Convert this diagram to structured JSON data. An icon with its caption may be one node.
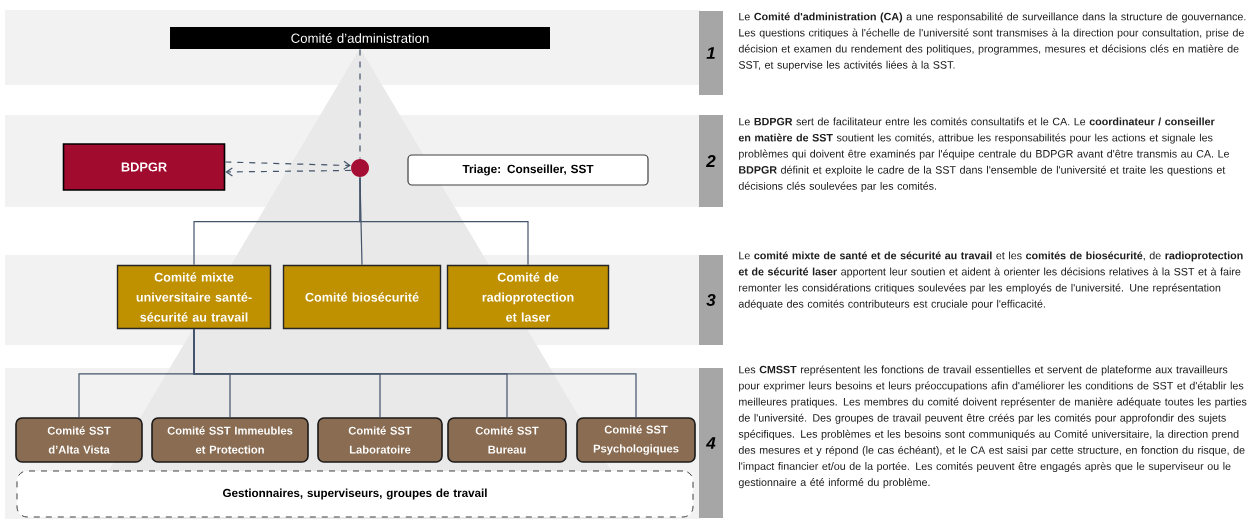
{
  "diagram": {
    "nodes": [
      {
        "text": [
          "Comité d’administration"
        ]
      },
      {
        "text": [
          "BDPGR"
        ]
      },
      {
        "text": [],
        "shape": "circle"
      },
      {
        "text": [
          "Triage: Conseiller, SST"
        ]
      },
      {
        "text": [
          "Comité mixte universitaire santé-sécurité au travail"
        ]
      },
      {
        "text": [
          "Comité biosécurité"
        ]
      },
      {
        "text": [
          "Comité de radioprotection et laser"
        ]
      },
      {
        "text": [
          "Comité SST d’Alta Vista"
        ]
      },
      {
        "text": [
          "Comité SST Immeubles et Protection"
        ]
      },
      {
        "text": [
          "Comité SST Laboratoire"
        ]
      },
      {
        "text": [
          "Comité SST Bureau"
        ]
      },
      {
        "text": [
          "Comité SST Psychologiques"
        ]
      },
      {
        "text": [
          "Gestionnaires, superviseurs, groupes de travail"
        ]
      },
      {
        "text": [
          "1"
        ],
        "beside": [
          "Le **Comité d'administration (CA)** a une responsabilité de surveillance dans la structure de gouvernance. Les questions critiques à l'échelle de l'université sont transmises à la direction pour consultation, prise de décision et examen du rendement des politiques, programmes, mesures et décisions clés en matière de SST, et supervise les activités liées à la SST."
        ]
      },
      {
        "text": [
          "2"
        ],
        "beside": [
          "Le **BDPGR** sert de facilitateur entre les comités consultatifs et le CA. Le **coordinateur / conseiller en matière de SST** soutient les comités, attribue les responsabilités pour les actions et signale les problèmes qui doivent être examinés par l'équipe centrale du BDPGR avant d'être transmis au CA. Le **BDPGR** définit et exploite le cadre de la SST dans l'ensemble de l'université et traite les questions et décisions clés soulevées par les comités."
        ]
      },
      {
        "text": [
          "3"
        ],
        "beside": [
          "Le **comité mixte de santé et de sécurité au travail** et les **comités de biosécurité**, de **radioprotection et de sécurité laser** apportent leur soutien et aident à orienter les décisions relatives à la SST et à faire remonter les considérations critiques soulevées par les employés de l'université. Une représentation adéquate des comités contributeurs est cruciale pour l'efficacité."
        ]
      },
      {
        "text": [
          "4"
        ],
        "beside": [
          "Les **CMSST** représentent les fonctions de travail essentielles et servent de plateforme aux travailleurs pour exprimer leurs besoins et leurs préoccupations afin d'améliorer les conditions de SST et d'établir les meilleures pratiques. Les membres du comité doivent représenter de manière adéquate toutes les parties de l'université. Des groupes de travail peuvent être créés par les comités pour approfondir des sujets spécifiques. Les problèmes et les besoins sont communiqués au Comité universitaire, la direction prend des mesures et y répond (le cas échéant), et le CA est saisi par cette structure, en fonction du risque, de l'impact financier et/ou de la portée. Les comités peuvent être engagés après que le superviseur ou le gestionnaire a été informé du problème."
        ]
      }
    ],
    "edges": [
      {
        "from": 0,
        "to": 2,
        "arrow": "none",
        "style": "dashed"
      },
      {
        "from": 1,
        "to": 2,
        "arrow": "to",
        "style": "dashed"
      },
      {
        "from": 2,
        "to": 1,
        "arrow": "to",
        "style": "dashed"
      },
      {
        "from": 2,
        "to": 4,
        "arrow": "none"
      },
      {
        "from": 2,
        "to": 5,
        "arrow": "none"
      },
      {
        "from": 2,
        "to": 6,
        "arrow": "none"
      },
      {
        "from": 4,
        "to": 7,
        "arrow": "none"
      },
      {
        "from": 4,
        "to": 8,
        "arrow": "none"
      },
      {
        "from": 4,
        "to": 9,
        "arrow": "none"
      },
      {
        "from": 4,
        "to": 10,
        "arrow": "none"
      },
      {
        "from": 4,
        "to": 11,
        "arrow": "none"
      }
    ]
  }
}
